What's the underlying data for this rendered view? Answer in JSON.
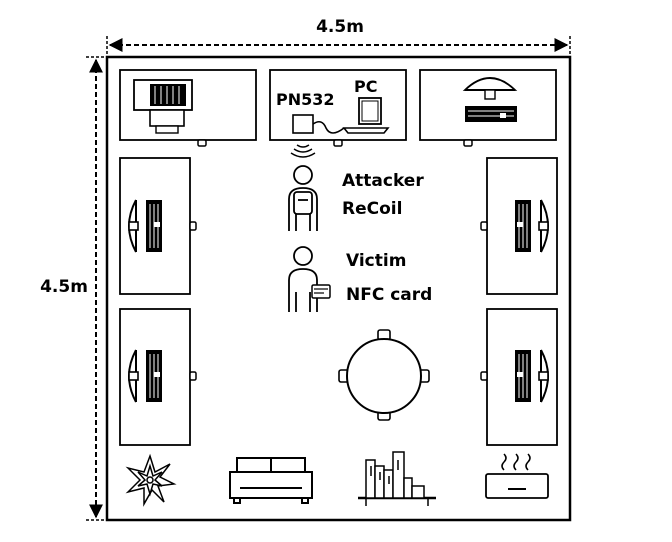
{
  "dimensions": {
    "width_label": "4.5m",
    "height_label": "4.5m"
  },
  "devices": {
    "pn532": "PN532",
    "pc": "PC"
  },
  "people": {
    "attacker": {
      "line1": "Attacker",
      "line2": "ReCoil"
    },
    "victim": {
      "line1": "Victim",
      "line2": "NFC card"
    }
  }
}
